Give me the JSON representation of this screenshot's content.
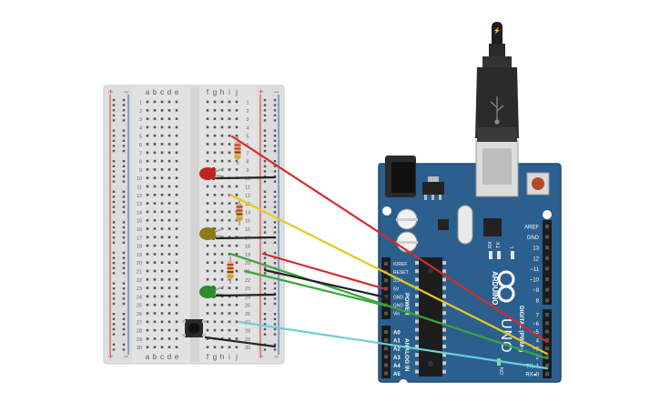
{
  "breadboard": {
    "rail_plus": "+",
    "rail_minus": "−",
    "cols_left": [
      "a",
      "b",
      "c",
      "d",
      "e"
    ],
    "cols_right": [
      "f",
      "g",
      "h",
      "i",
      "j"
    ],
    "row_count": 30
  },
  "arduino": {
    "brand": "ARDUINO",
    "model": "UNO",
    "power_header_label": "POWER",
    "analog_header_label": "ANALOG IN",
    "digital_header_label": "DIGITAL (PWM~)",
    "on_label": "ON",
    "tx_label": "TX",
    "rx_label": "RX",
    "l_label": "L",
    "power_pins": [
      "IOREF",
      "RESET",
      "3.3V",
      "5V",
      "GND",
      "GND",
      "Vin"
    ],
    "analog_pins": [
      "A0",
      "A1",
      "A2",
      "A3",
      "A4",
      "A5"
    ],
    "digital_upper": [
      "AREF",
      "GND",
      "13",
      "12",
      "~11",
      "~10",
      "~9",
      "8"
    ],
    "digital_lower": [
      "7",
      "~6",
      "~5",
      "4",
      "~3",
      "2",
      "TX▸1",
      "RX◂0"
    ]
  },
  "components": {
    "leds": [
      {
        "color": "red",
        "hex": "#c0241f"
      },
      {
        "color": "yellow",
        "hex": "#8b7a1c"
      },
      {
        "color": "green",
        "hex": "#2e8b2e"
      }
    ],
    "resistor_count": 3,
    "pushbutton": "pushbutton"
  },
  "wires": [
    {
      "name": "red",
      "hex": "#d42b2b"
    },
    {
      "name": "yellow",
      "hex": "#e8c81a"
    },
    {
      "name": "green",
      "hex": "#3aa63a"
    },
    {
      "name": "cyan",
      "hex": "#6ccfd6"
    },
    {
      "name": "black",
      "hex": "#222222"
    }
  ],
  "colors": {
    "board": "#2b5f8e",
    "board_edge": "#1f4a70",
    "breadboard": "#e4e4e4",
    "rail_red": "#cc3333",
    "rail_blue": "#3b5fa8"
  }
}
